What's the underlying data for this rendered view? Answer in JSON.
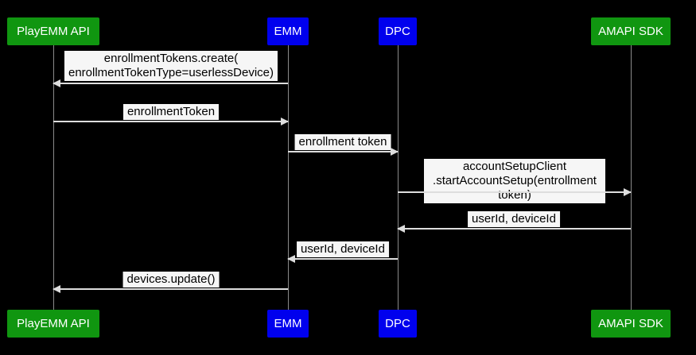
{
  "diagram": {
    "type": "sequence-diagram",
    "background": "#000000",
    "colors": {
      "actor_green": "#109610",
      "actor_blue": "#0000ee",
      "label_background": "#f6f6f6",
      "label_text": "#000000",
      "line": "#dddddd",
      "actor_text": "#ffffff"
    },
    "actors": [
      {
        "id": "playemm-api",
        "label": "PlayEMM API",
        "color": "green"
      },
      {
        "id": "emm",
        "label": "EMM",
        "color": "blue"
      },
      {
        "id": "dpc",
        "label": "DPC",
        "color": "blue"
      },
      {
        "id": "amapi-sdk",
        "label": "AMAPI SDK",
        "color": "green"
      }
    ],
    "messages": [
      {
        "from": "EMM",
        "to": "PlayEMM API",
        "label": "enrollmentTokens.create(\nenrollmentTokenType=userlessDevice)"
      },
      {
        "from": "PlayEMM API",
        "to": "EMM",
        "label": "enrollmentToken"
      },
      {
        "from": "EMM",
        "to": "DPC",
        "label": "enrollment token"
      },
      {
        "from": "DPC",
        "to": "AMAPI SDK",
        "label": "accountSetupClient\n.startAccountSetup(entrollment token)"
      },
      {
        "from": "AMAPI SDK",
        "to": "DPC",
        "label": "userId, deviceId"
      },
      {
        "from": "DPC",
        "to": "EMM",
        "label": "userId, deviceId"
      },
      {
        "from": "EMM",
        "to": "PlayEMM API",
        "label": "devices.update()"
      }
    ]
  }
}
